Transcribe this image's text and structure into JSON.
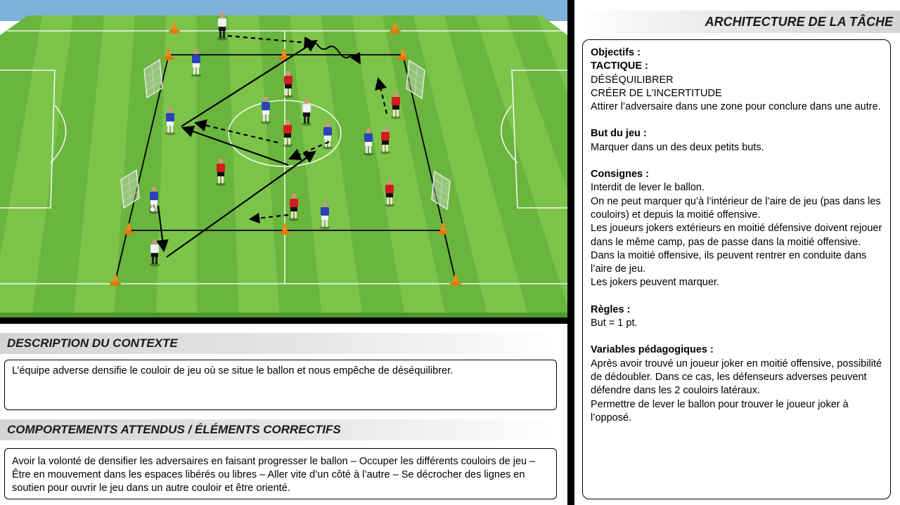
{
  "architecture": {
    "title": "ARCHITECTURE DE LA TÂCHE",
    "objectifs": {
      "heading": "Objectifs :",
      "subheading": "TACTIQUE :",
      "lines": [
        "DÉSÉQUILIBRER",
        "CRÉER DE L’INCERTITUDE",
        "Attirer l’adversaire dans une zone pour conclure dans une autre."
      ]
    },
    "but": {
      "heading": "But du jeu :",
      "text": "Marquer dans un des deux petits buts."
    },
    "consignes": {
      "heading": "Consignes :",
      "lines": [
        "Interdit de lever le ballon.",
        "On ne peut marquer qu’à l’intérieur de l’aire de jeu (pas dans les couloirs) et depuis la moitié offensive.",
        "Les joueurs jokers extérieurs en moitié défensive doivent rejouer dans le même camp, pas de passe dans la moitié offensive. Dans la moitié offensive, ils peuvent rentrer en conduite dans l’aire de jeu.",
        "Les jokers peuvent marquer."
      ]
    },
    "regles": {
      "heading": "Règles :",
      "text": "But = 1 pt."
    },
    "variables": {
      "heading": "Variables pédagogiques :",
      "lines": [
        "Après avoir trouvé un joueur joker en moitié offensive, possibilité de dédoubler. Dans ce cas, les défenseurs adverses peuvent défendre dans les 2 couloirs latéraux.",
        "Permettre de lever le ballon pour trouver le joueur joker à l’opposé."
      ]
    }
  },
  "description": {
    "title": "DESCRIPTION DU CONTEXTE",
    "text": "L’équipe adverse densifie le couloir de jeu où se situe le ballon et nous empêche de déséquilibrer."
  },
  "comportements": {
    "title": "COMPORTEMENTS ATTENDUS / ÉLÉMENTS CORRECTIFS",
    "text": "Avoir la volonté de densifier les adversaires en faisant progresser le ballon – Occuper les différents couloirs de jeu – Être en mouvement dans les espaces libérés ou libres – Aller vite d’un côté à l’autre –  Se décrocher des lignes en soutien pour ouvrir le jeu dans un autre couloir et être orienté."
  },
  "colors": {
    "sky": "#7fb2d9",
    "grass_light": "#7cc34a",
    "grass_dark": "#5da935",
    "team_red": "#d41c1c",
    "team_blue": "#2a43b8",
    "joker_white": "#f2f2f2",
    "cone": "#f08a1c"
  }
}
